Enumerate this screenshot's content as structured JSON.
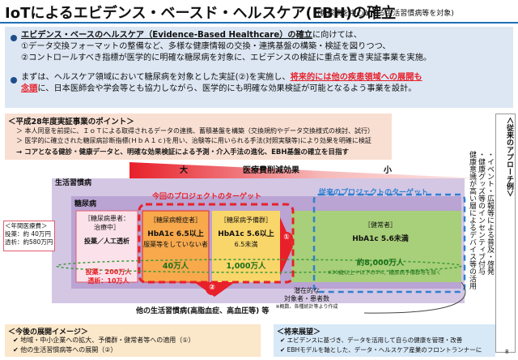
{
  "header": {
    "title": "IoTによるエビデンス・ベースド・ヘルスケア(EBH)の確立",
    "subtitle": "(糖尿病を中心とする生活習慣病等を対象)"
  },
  "intro": {
    "p1_l1_head": "エビデンス・ベースのヘルスケア（Evidence-Based Healthcare）の確立",
    "p1_l1_tail": "に向けては、",
    "p1_l2": "①データ交換フォーマットの整備など、多様な健康情報の交換・連携基盤の構築・検証を図りつつ、",
    "p1_l3": "②コントロールすべき指標が医学的に明確な糖尿病を対象に、エビデンスの検証に重点を置き実証事業を実施。",
    "p2_l1_a": "まずは、ヘルスケア領域において糖尿病を対象とした実証(②)を実施し、",
    "p2_l1_red": "将来的には他の疾患領域への展開も",
    "p2_l2_red": "念頭",
    "p2_l2_tail": "に、日本医師会や学会等とも協力しながら、医学的にも明確な効果検証が可能となるよう事業を設計。"
  },
  "points": {
    "heading": "＜平成28年度実証事業のポイント＞",
    "items": [
      "＞ 本人同意を前提に、ＩｏＴによる取得されるデータの連携、蓄積基盤を構築（交換規約やデータ交換様式の検討、試行）",
      "＞ 医学的に確立された糖尿病診断指標(ＨｂＡ１ｃ)を用い、治験等に用いられる手法(対照実験等)により効果を明確に検証",
      "→ コアとなる健診・健康データと、明確な効果検証による予測・介入手法の進化、EBH基盤の確立を目指す"
    ]
  },
  "approach": {
    "title": "＜従来のアプローチ例＞",
    "lines": [
      "・イベント・広報等による普及・啓発",
      "・健康グッズ等のインセンティブ付与",
      "健康意識が高い層によるデバイス等の活用"
    ]
  },
  "diagram": {
    "effect_big": "大",
    "effect_label": "医療費削減効果",
    "effect_small": "小",
    "lifestyle": "生活習慣病",
    "diabetes": "糖尿病",
    "this_target": "今回のプロジェクトのターゲット",
    "prev_target": "従来のプロジェクトのターゲット",
    "annual_cost_head": "＜年間医療費＞",
    "annual_cost_1": "投薬：約 40万円",
    "annual_cost_2": "透析：約580万円",
    "patient_title": "［糖尿病患者：",
    "patient_title2": "治療中］",
    "patient_treat": "投薬／人工透析",
    "patient_count1": "投薬：200万人",
    "patient_count2": "透析：10万人",
    "mild_title": "［糖尿病軽症者］",
    "mild_hba": "HbA1c 6.5以上",
    "mild_note": "服薬等をしていない者",
    "mild_count": "40万人",
    "pre_title": "［糖尿病予備群］",
    "pre_hba": "HbA1c 5.6以上",
    "pre_range": "6.5未満",
    "pre_count": "1,000万人",
    "healthy_title": "［健常者］",
    "healthy_hba": "HbA1c 5.6未満",
    "healthy_count": "約8,000万人",
    "healthy_note": "※30歳以上＋以下の5%、糖尿病予備群等を除く",
    "circle1": "①",
    "circle2": "②",
    "other_diseases": "他の生活習慣病(高脂血症、高血圧等) 等",
    "latent_1": "潜在的な",
    "latent_2": "対象者・患者数",
    "latent_3": "※概数、各種統計等より作成"
  },
  "future": {
    "left_head": "＜今後の展開イメージ＞",
    "left_items": [
      "✔ 地域・中小企業への拡大、予備群・健常者等への適用（①）",
      "✔ 他の生活習慣病等への展開（②）"
    ],
    "right_head": "＜将来展望＞",
    "right_items": [
      "✔ エビデンスに基づき、データを活用して自らの健康を管理・改善",
      "✔ EBHモデルを軸とした、データ・ヘルスケア産業のフロントランナーに"
    ]
  },
  "page_number": "8",
  "colors": {
    "title_rule": "#1f6fb5",
    "accent_red": "#e8202a",
    "accent_orange": "#f4a940",
    "accent_blue": "#2f7fd0"
  }
}
